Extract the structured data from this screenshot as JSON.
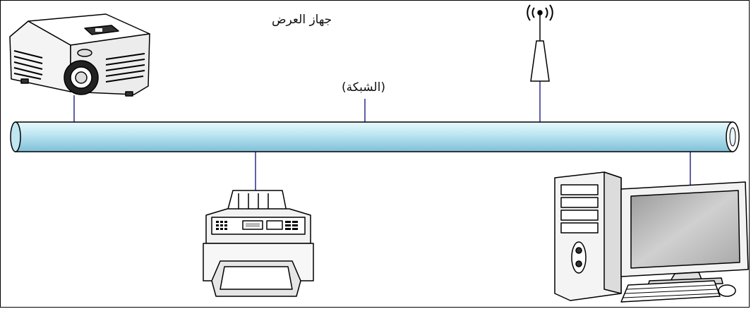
{
  "labels": {
    "projector": "جهاز العرض",
    "network": "(الشبكة)"
  },
  "devices": {
    "projector": "projector",
    "access_point": "wireless-access-point",
    "printer": "printer",
    "computer": "desktop-computer"
  },
  "colors": {
    "pipe_light": "#d6f2f8",
    "pipe_dark": "#6fb8d2",
    "line": "#2a2a8a",
    "outline": "#000000"
  }
}
